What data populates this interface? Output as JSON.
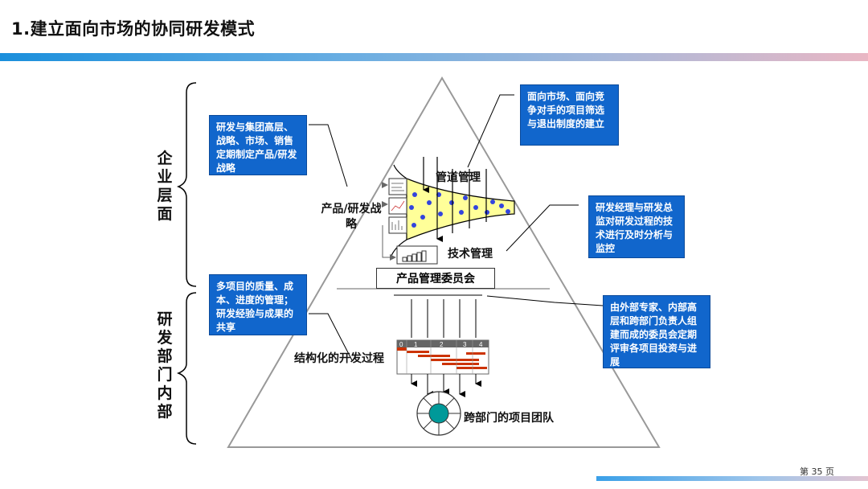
{
  "header": {
    "title": "1.建立面向市场的协同研发模式"
  },
  "side_labels": {
    "enterprise": "企业层面",
    "rd": "研发部门内部"
  },
  "boxes": {
    "strategy_box": "研发与集团高层、战略、市场、销售定期制定产品/研发战略",
    "pipeline_box": "面向市场、面向竞争对手的项目筛选与退出制度的建立",
    "tech_box": "研发经理与研发总监对研发过程的技术进行及时分析与监控",
    "quality_box": "多项目的质量、成本、进度的管理；研发经验与成果的共享",
    "committee_box": "由外部专家、内部高层和跨部门负责人组建而成的委员会定期评审各项目投资与进展"
  },
  "labels": {
    "strategy": "产品/研发战略",
    "pipeline": "管道管理",
    "tech": "技术管理",
    "committee": "产品管理委员会",
    "process": "结构化的开发过程",
    "team": "跨部门的项目团队"
  },
  "gantt_ticks": [
    "0",
    "1",
    "2",
    "3",
    "4"
  ],
  "colors": {
    "accent": "#1166cc",
    "funnel": "#ffff99",
    "dot": "#3344dd",
    "team": "#009999",
    "gantt": "#cc3300"
  },
  "footer": {
    "page": "第 35 页"
  }
}
